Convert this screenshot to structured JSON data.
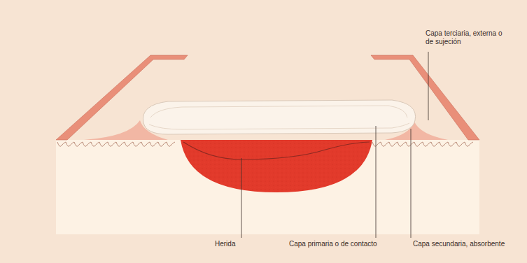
{
  "diagram": {
    "labels": [
      "Capa terciaria, externa o de sujeción",
      "Herida",
      "Capa primaria o de contacto",
      "Capa secundaria, absorbente"
    ]
  }
}
